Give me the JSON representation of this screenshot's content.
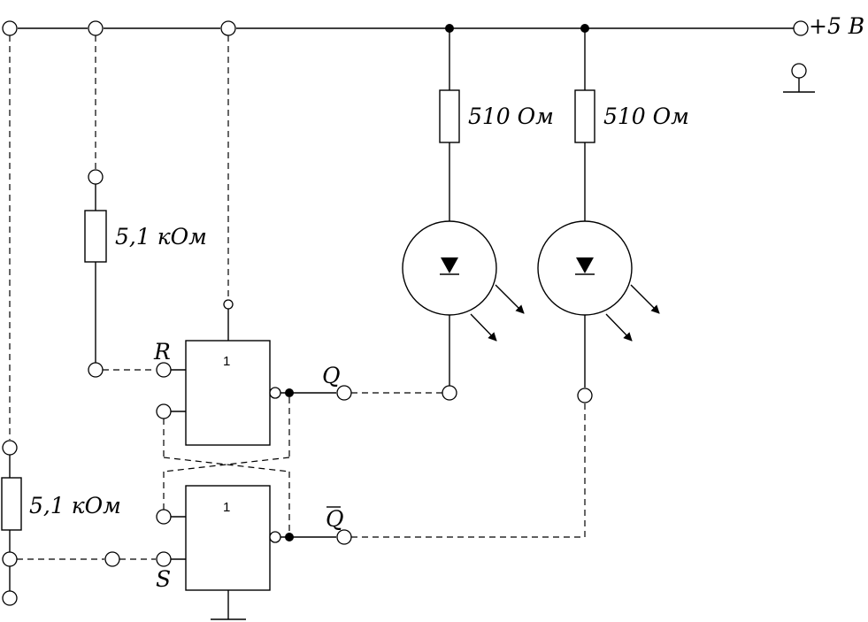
{
  "labels": {
    "supply": "+5 В",
    "r_top_left": "510 Ом",
    "r_top_right": "510 Ом",
    "r_mid": "5,1 кОм",
    "r_bottom": "5,1 кОм",
    "input_r": "R",
    "input_s": "S",
    "output_q": "Q",
    "output_q_bar": "Q"
  },
  "gates": {
    "top": "1",
    "bottom": "1"
  }
}
